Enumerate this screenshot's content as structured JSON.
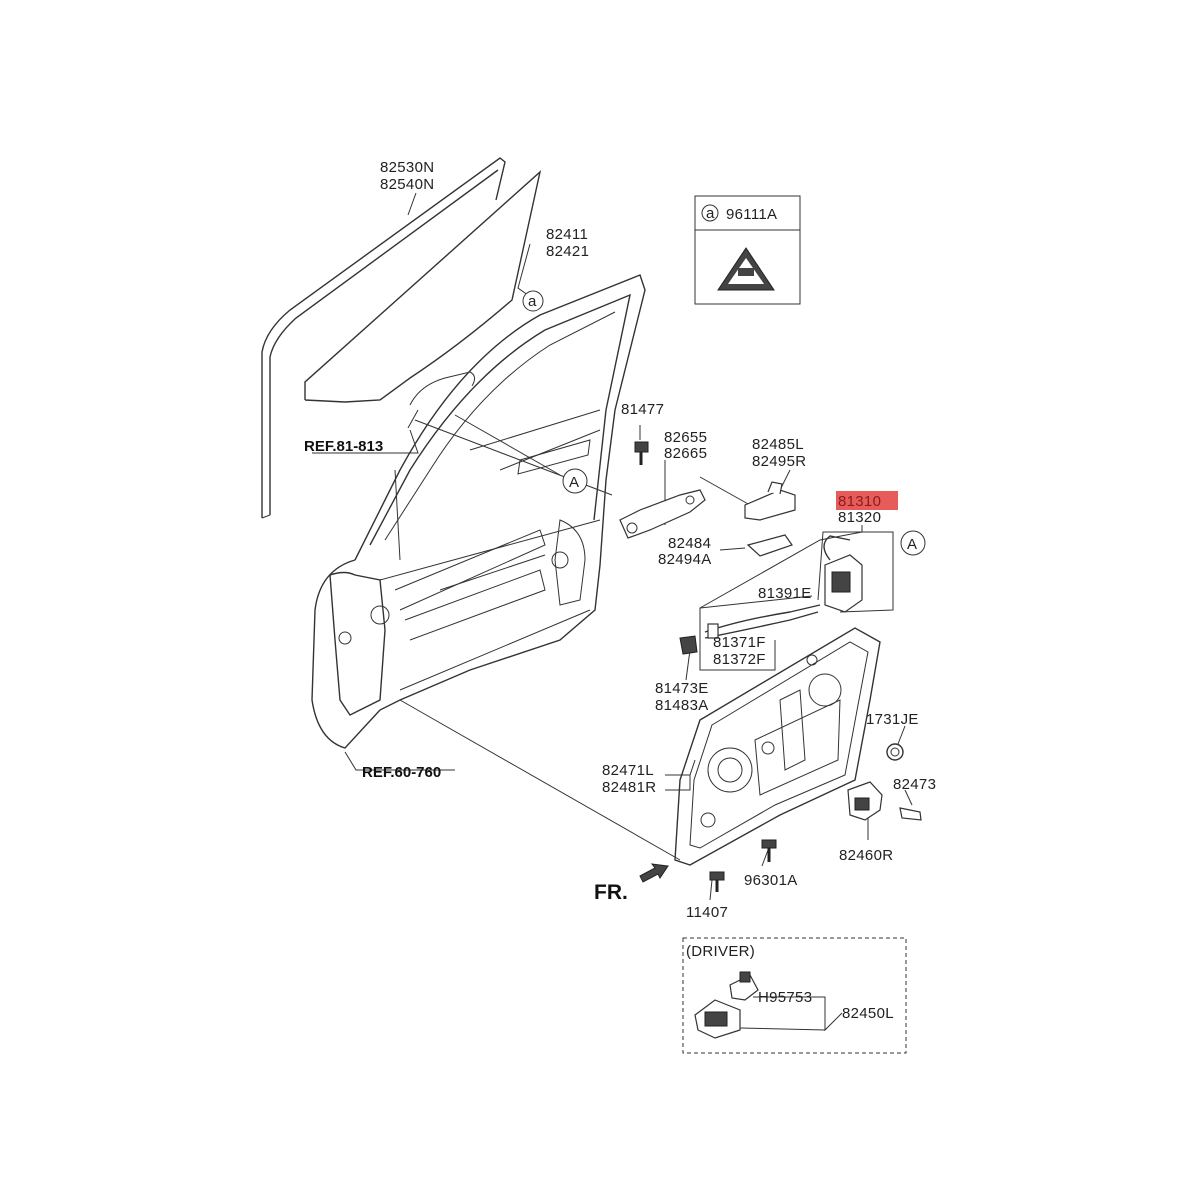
{
  "parts": {
    "p82530N": "82530N",
    "p82540N": "82540N",
    "p82411": "82411",
    "p82421": "82421",
    "ref_81_813": "REF.81-813",
    "ref_60_760": "REF.60-760",
    "p96111A": "96111A",
    "p81477": "81477",
    "p82655": "82655",
    "p82665": "82665",
    "p82485L": "82485L",
    "p82495R": "82495R",
    "p81310": "81310",
    "p81320": "81320",
    "p82484": "82484",
    "p82494A": "82494A",
    "p81391E": "81391E",
    "p81371F": "81371F",
    "p81372F": "81372F",
    "p81473E": "81473E",
    "p81483A": "81483A",
    "p1731JE": "1731JE",
    "p82471L": "82471L",
    "p82481R": "82481R",
    "p82473": "82473",
    "p82460R": "82460R",
    "p96301A": "96301A",
    "p11407": "11407",
    "pH95753": "H95753",
    "p82450L": "82450L"
  },
  "markers": {
    "a_small": "a",
    "A_big": "A"
  },
  "labels": {
    "front": "FR.",
    "driver": "(DRIVER)"
  },
  "colors": {
    "highlight": "#e85b5b",
    "line": "#333333"
  }
}
